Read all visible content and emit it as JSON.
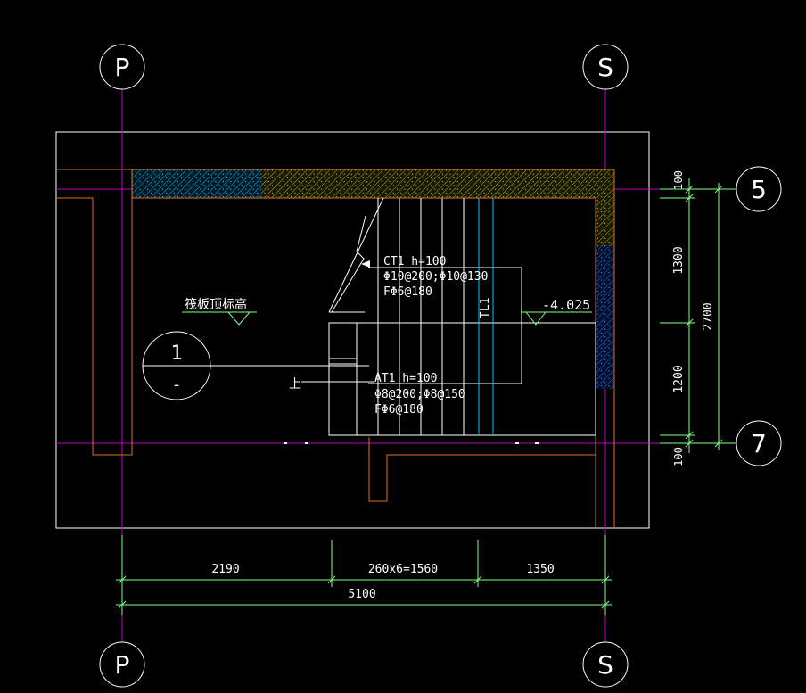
{
  "colors": {
    "background": "#000000",
    "grid_line": "#c000c0",
    "white_line": "#ffffff",
    "wall_orange": "#e07020",
    "dim_green": "#80ff80",
    "hatch_cyan": "#00e0ff",
    "hatch_yellow": "#c0c040",
    "hatch_blue": "#4060ff",
    "step_cyan": "#00c8ff"
  },
  "grid_axes": {
    "top_left": "P",
    "top_right": "S",
    "bottom_left": "P",
    "bottom_right": "S",
    "right_top": "5",
    "right_bottom": "7"
  },
  "labels": {
    "slab_elevation": "筏板顶标高",
    "elevation_value": "-4.025",
    "ct1": "CT1 h=100",
    "ct1_rebar1": "Φ10@200;Φ10@130",
    "ct1_rebar2": "FΦ6@180",
    "at1": "AT1 h=100",
    "at1_rebar1": "Φ8@200;Φ8@150",
    "at1_rebar2": "FΦ6@180",
    "tl1": "TL1",
    "up": "上",
    "section_top": "1",
    "section_bottom": "-"
  },
  "dimensions": {
    "bottom_seg1": "2190",
    "bottom_seg2": "260x6=1560",
    "bottom_seg3": "1350",
    "bottom_total": "5100",
    "right_top_gap": "100",
    "right_seg1": "1300",
    "right_seg2": "1200",
    "right_bottom_gap": "100",
    "right_total": "2700"
  }
}
